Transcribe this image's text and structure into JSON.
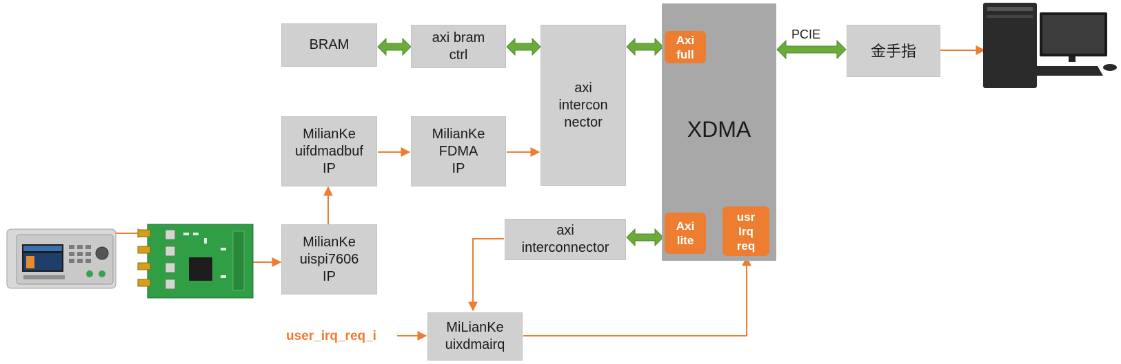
{
  "blocks": {
    "bram": "BRAM",
    "axi_bram_ctrl": "axi bram\nctrl",
    "axi_interconnector_top": "axi\nintercon\nnector",
    "uifdmadbuf": "MilianKe\nuifdmadbuf\nIP",
    "fdma": "MilianKe\nFDMA\nIP",
    "uispi7606": "MilianKe\nuispi7606\nIP",
    "axi_interconnector_bottom": "axi\ninterconnector",
    "uixdmairq": "MiLianKe\nuixdmairq",
    "gold_finger": "金手指"
  },
  "xdma": {
    "label": "XDMA",
    "ports": {
      "axi_full": "Axi\nfull",
      "axi_lite": "Axi\nlite",
      "usr_irq_req": "usr\nIrq\nreq"
    }
  },
  "labels": {
    "pcie": "PCIE",
    "user_irq_req_i": "user_irq_req_i"
  },
  "colors": {
    "box_fill": "#d0d0d0",
    "xdma_fill": "#a8a8a8",
    "port_fill": "#ed7d31",
    "orange_arrow": "#ed7d31",
    "green_arrow": "#6aab3a"
  }
}
